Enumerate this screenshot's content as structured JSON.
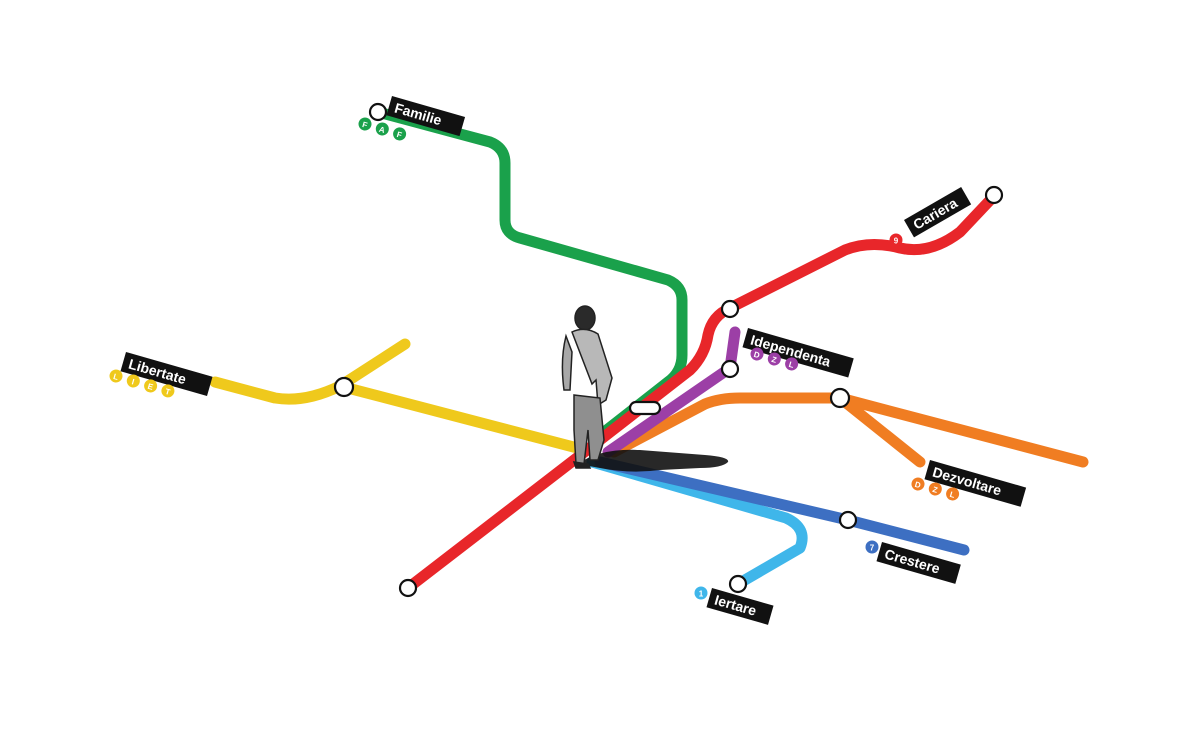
{
  "lines": {
    "familie": {
      "color": "#1aa14b"
    },
    "cariera": {
      "color": "#e8262a"
    },
    "independenta": {
      "color": "#9c3fa6"
    },
    "dezvoltare": {
      "color": "#f07d22"
    },
    "crestere": {
      "color": "#3d6fc2"
    },
    "iertare": {
      "color": "#3fb6ea"
    },
    "libertate": {
      "color": "#efc91c"
    }
  },
  "stations": {
    "familie": {
      "name": "Familie",
      "badges": [
        "F",
        "A",
        "F"
      ]
    },
    "cariera": {
      "name": "Cariera",
      "badges": [
        "9"
      ]
    },
    "independenta": {
      "name": "Idependenta",
      "badges": [
        "D",
        "Z",
        "L"
      ]
    },
    "libertate": {
      "name": "Libertate",
      "badges": [
        "L",
        "I",
        "E",
        "T"
      ]
    },
    "dezvoltare": {
      "name": "Dezvoltare",
      "badges": [
        "D",
        "Z",
        "L"
      ]
    },
    "crestere": {
      "name": "Crestere",
      "badges": [
        "7"
      ]
    },
    "iertare": {
      "name": "Iertare",
      "badges": [
        "1"
      ]
    }
  },
  "icons": {
    "person": "walking-person-icon",
    "station": "station-circle-icon"
  }
}
